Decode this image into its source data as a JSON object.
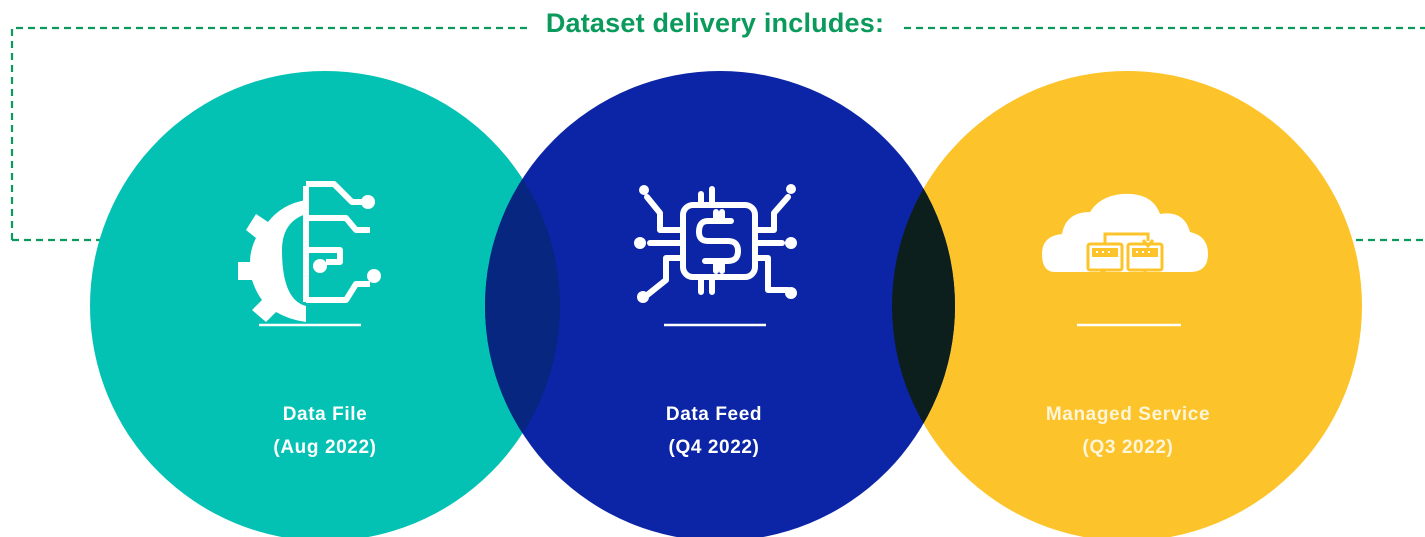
{
  "heading": "Dataset delivery includes:",
  "colors": {
    "border": "#0a9a5b",
    "teal": "#03c2b3",
    "blue": "#0b25a6",
    "yellow": "#fcc42a",
    "overlap_teal_blue": "#072680",
    "overlap_blue_yellow": "#0d1f1c",
    "text_light": "#ffffff",
    "text_yellow": "#fff5d8"
  },
  "items": [
    {
      "title": "Data File",
      "subtitle": "(Aug 2022)",
      "icon": "gear-circuit-icon"
    },
    {
      "title": "Data Feed",
      "subtitle": "(Q4 2022)",
      "icon": "dollar-chip-icon"
    },
    {
      "title": "Managed Service",
      "subtitle": "(Q3 2022)",
      "icon": "cloud-server-icon"
    }
  ]
}
